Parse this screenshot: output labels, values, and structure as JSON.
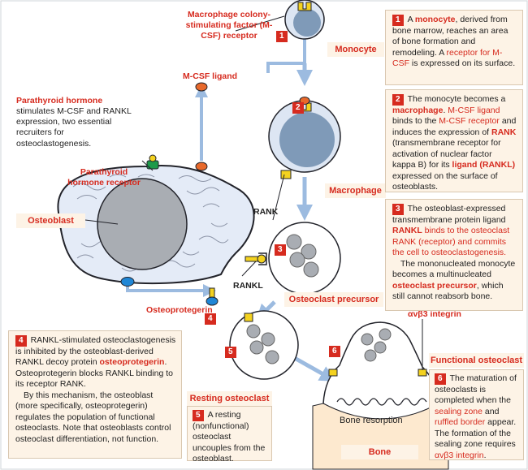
{
  "labels": {
    "mcsf_receptor": "Macrophage colony-stimulating factor (M-CSF) receptor",
    "mcsf_ligand": "M-CSF ligand",
    "pth": "Parathyroid hormone",
    "pth_desc": "stimulates M-CSF and RANKL expression, two essential recruiters for osteoclastogenesis.",
    "pth_receptor": "Parathyroid hormone receptor",
    "osteoblast": "Osteoblast",
    "osteoprotegerin": "Osteoprotegerin",
    "rank": "RANK",
    "rankl": "RANKL",
    "monocyte": "Monocyte",
    "macrophage": "Macrophage",
    "osteoclast_precursor": "Osteoclast precursor",
    "integrin": "αvβ3 integrin",
    "functional_osteoclast": "Functional osteoclast",
    "resting_osteoclast": "Resting osteoclast",
    "bone_resorption": "Bone resorption",
    "bone": "Bone"
  },
  "steps": {
    "s1": {
      "num": "1",
      "t1": "A ",
      "h1": "monocyte",
      "t2": ", derived from bone marrow, reaches an area of bone formation and remodeling. A ",
      "r1": "receptor for M-CSF",
      "t3": " is expressed on its surface."
    },
    "s2": {
      "num": "2",
      "t1": "The monocyte becomes a ",
      "h1": "macrophage",
      "t2": ". ",
      "r1": "M-CSF ligand",
      "t3": " binds to the ",
      "r2": "M-CSF receptor",
      "t4": " and induces the expression of ",
      "h2": "RANK",
      "t5": " (transmembrane receptor for activation of nuclear factor kappa B) for its ",
      "h3": "ligand (RANKL)",
      "t6": " expressed on the surface of osteoblasts."
    },
    "s3": {
      "num": "3",
      "t1": "The osteoblast-expressed transmembrane protein ligand ",
      "h1": "RANKL",
      "r1": " binds to the osteoclast RANK (receptor) and commits the cell to osteoclastogenesis.",
      "p2a": "The mononucleated monocyte becomes a multinucleated ",
      "h2": "osteoclast precursor",
      "p2b": ", which still cannot reabsorb bone."
    },
    "s4": {
      "num": "4",
      "t1": "RANKL-stimulated osteoclastogenesis is inhibited by the osteoblast-derived RANKL decoy protein ",
      "h1": "osteoprotegerin",
      "t2": ". Osteoprotegerin blocks RANKL binding to its receptor RANK.",
      "p2": "By this mechanism, the osteoblast (more specifically, osteoprotegerin) regulates the population of functional osteoclasts. Note that osteoblasts control osteoclast differentiation, not function."
    },
    "s5": {
      "num": "5",
      "t1": "A resting (nonfunctional) osteoclast uncouples from the osteoblast."
    },
    "s6": {
      "num": "6",
      "t1": "The maturation of osteoclasts is completed when the ",
      "r1": "sealing zone",
      "t2": " and ",
      "r2": "ruffled border",
      "t3": " appear. The formation of the sealing zone requires ",
      "r3": "αvβ3 integrin",
      "t4": "."
    }
  },
  "markers": [
    "1",
    "2",
    "3",
    "4",
    "5",
    "6"
  ],
  "colors": {
    "accent_red": "#d62b1f",
    "panel_bg": "#fdf3e6",
    "arrow_blue": "#9cbbe0",
    "cell_fill": "#e4ebf7",
    "nucleus": "#a9adb3",
    "monocyte_fill": "#7f9ab8",
    "receptor_yellow": "#f4d21f",
    "mcsf_orange": "#e8692b",
    "opg_blue": "#1f86d6",
    "pth_green": "#1e9a4a"
  }
}
